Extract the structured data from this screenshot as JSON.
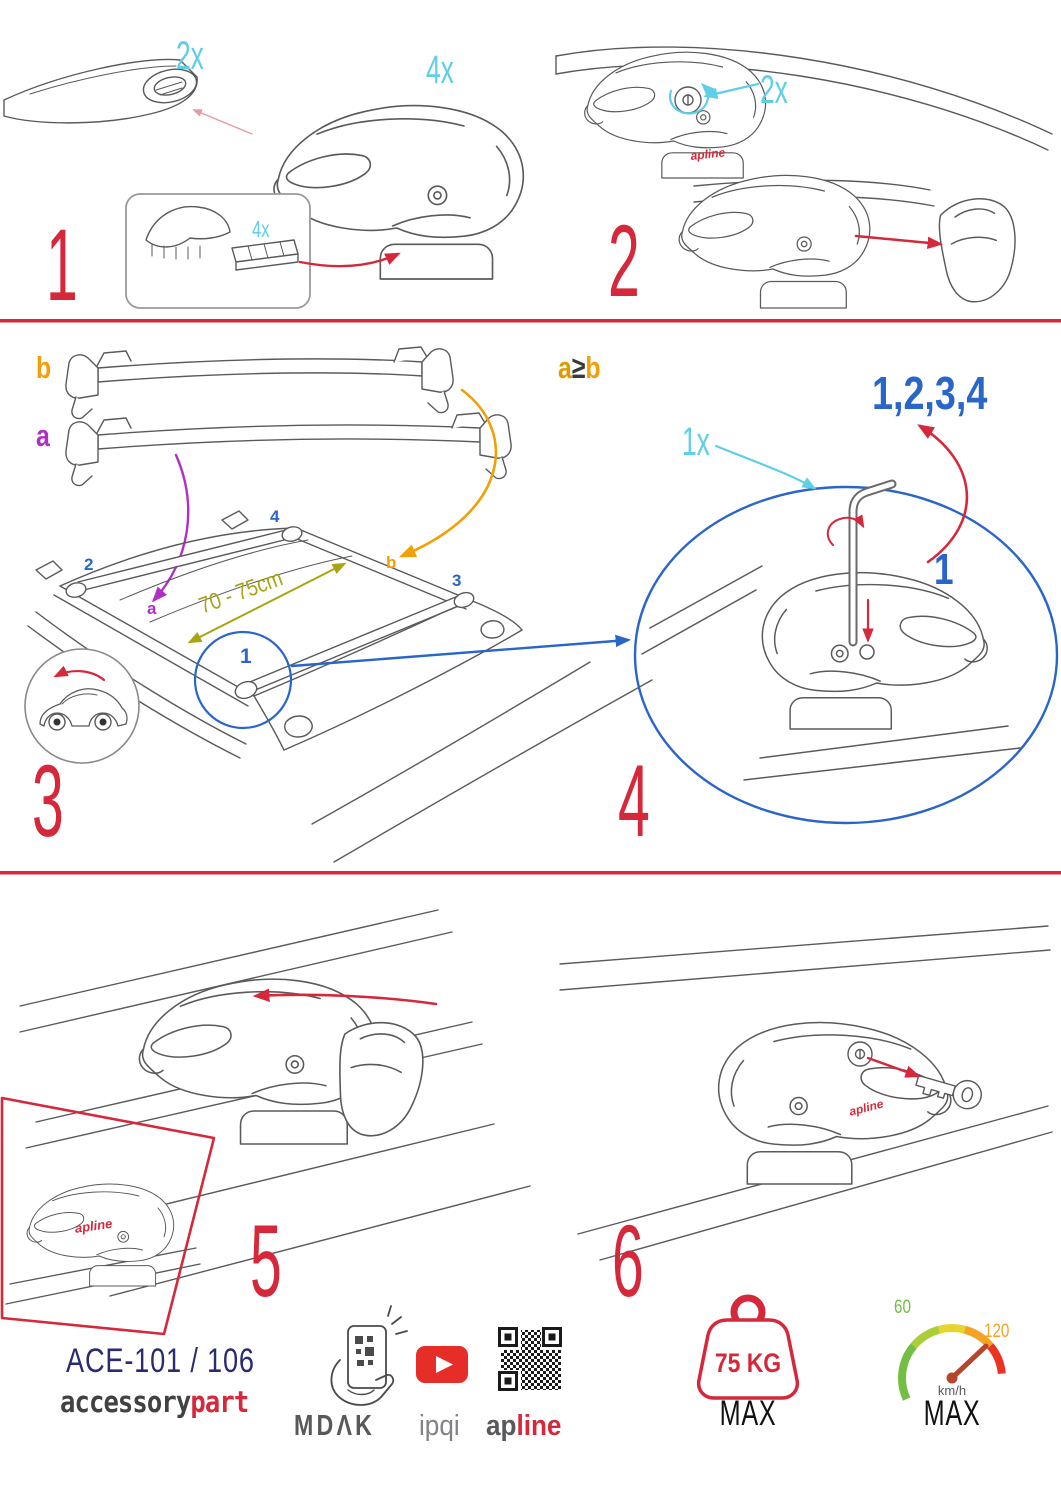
{
  "colors": {
    "accent_red": "#d5293b",
    "cyan": "#5ecfe6",
    "orange": "#f2a007",
    "purple": "#b02fc4",
    "blue": "#2a66c8",
    "olive": "#a8a414",
    "navy": "#2b2b72"
  },
  "step1": {
    "number": "1",
    "qty_bar": "2x",
    "qty_foot": "4x",
    "qty_pads": "4x"
  },
  "step2": {
    "number": "2",
    "qty_locks": "2x"
  },
  "step3": {
    "number": "3",
    "bar_b_label": "b",
    "bar_a_label": "a",
    "roof_label_2": "2",
    "roof_label_4": "4",
    "roof_label_b": "b",
    "roof_label_3": "3",
    "roof_label_1": "1",
    "roof_label_a": "a",
    "distance": "70 - 75cm"
  },
  "step4": {
    "number": "4",
    "condition_a": "a",
    "condition_op": "≥",
    "condition_b": "b",
    "sequence": "1,2,3,4",
    "qty_key": "1x",
    "tighten_step": "1"
  },
  "step5": {
    "number": "5"
  },
  "step6": {
    "number": "6"
  },
  "foot_brand": "apline",
  "footer": {
    "model": "ACE-101 / 106",
    "brand_gray": "accessory",
    "brand_red": "part",
    "logo_mdak": "MDΛK",
    "logo_ipqi": "ipqi",
    "logo_apline_gray": "ap",
    "logo_apline_red": "line",
    "weight_value": "75 KG",
    "weight_max": "MAX",
    "speed_low": "60",
    "speed_high": "120",
    "speed_unit": "km/h",
    "speed_max": "MAX"
  }
}
